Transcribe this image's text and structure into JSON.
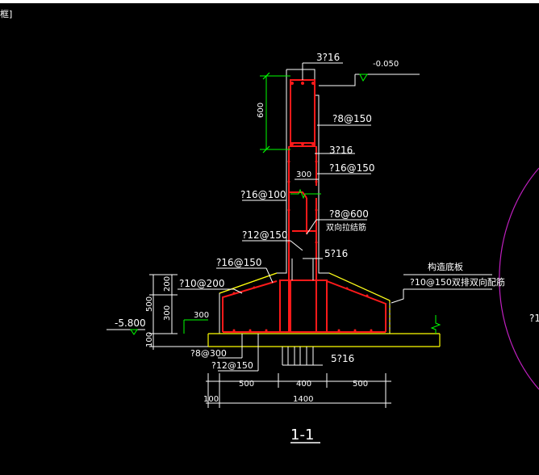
{
  "window": {
    "frame_label": "框]"
  },
  "colors": {
    "background": "#000000",
    "rebar": "#ff1a1a",
    "concrete": "#ffffff",
    "dimension": "#00ff00",
    "cushion": "#ffff00",
    "circle": "#c020c0",
    "text": "#ffffff"
  },
  "annotations": {
    "top_bars": "3?16",
    "top_level": "-0.050",
    "stirrup_upper": "?8@150",
    "bars_middle": "3?16",
    "dim_300": "300",
    "side_bars": "?16@150",
    "hook_bars": "?16@100",
    "tie_bars": "?8@600",
    "tie_bars_note": "双向拉结筋",
    "dowel_bars": "?12@150",
    "bottom_bars": "5?16",
    "slope_bars": "?16@150",
    "slab_bars_left": "?10@200",
    "slab_note_title": "构造底板",
    "slab_note_bars": "?10@150双排双向配筋",
    "left_300": "300",
    "bottom_level": "-5.800",
    "cushion_bars": "?8@300",
    "dowel_bars_bottom": "?12@150",
    "bottom_bars_2": "5?16",
    "right_partial": "?1",
    "section_label": "1-1"
  },
  "dimensions": {
    "v_600": "600",
    "v_200": "200",
    "v_500": "500",
    "v_300": "300",
    "v_100": "100",
    "h_500_left": "500",
    "h_400": "400",
    "h_500_right": "500",
    "h_100": "100",
    "h_1400": "1400"
  }
}
